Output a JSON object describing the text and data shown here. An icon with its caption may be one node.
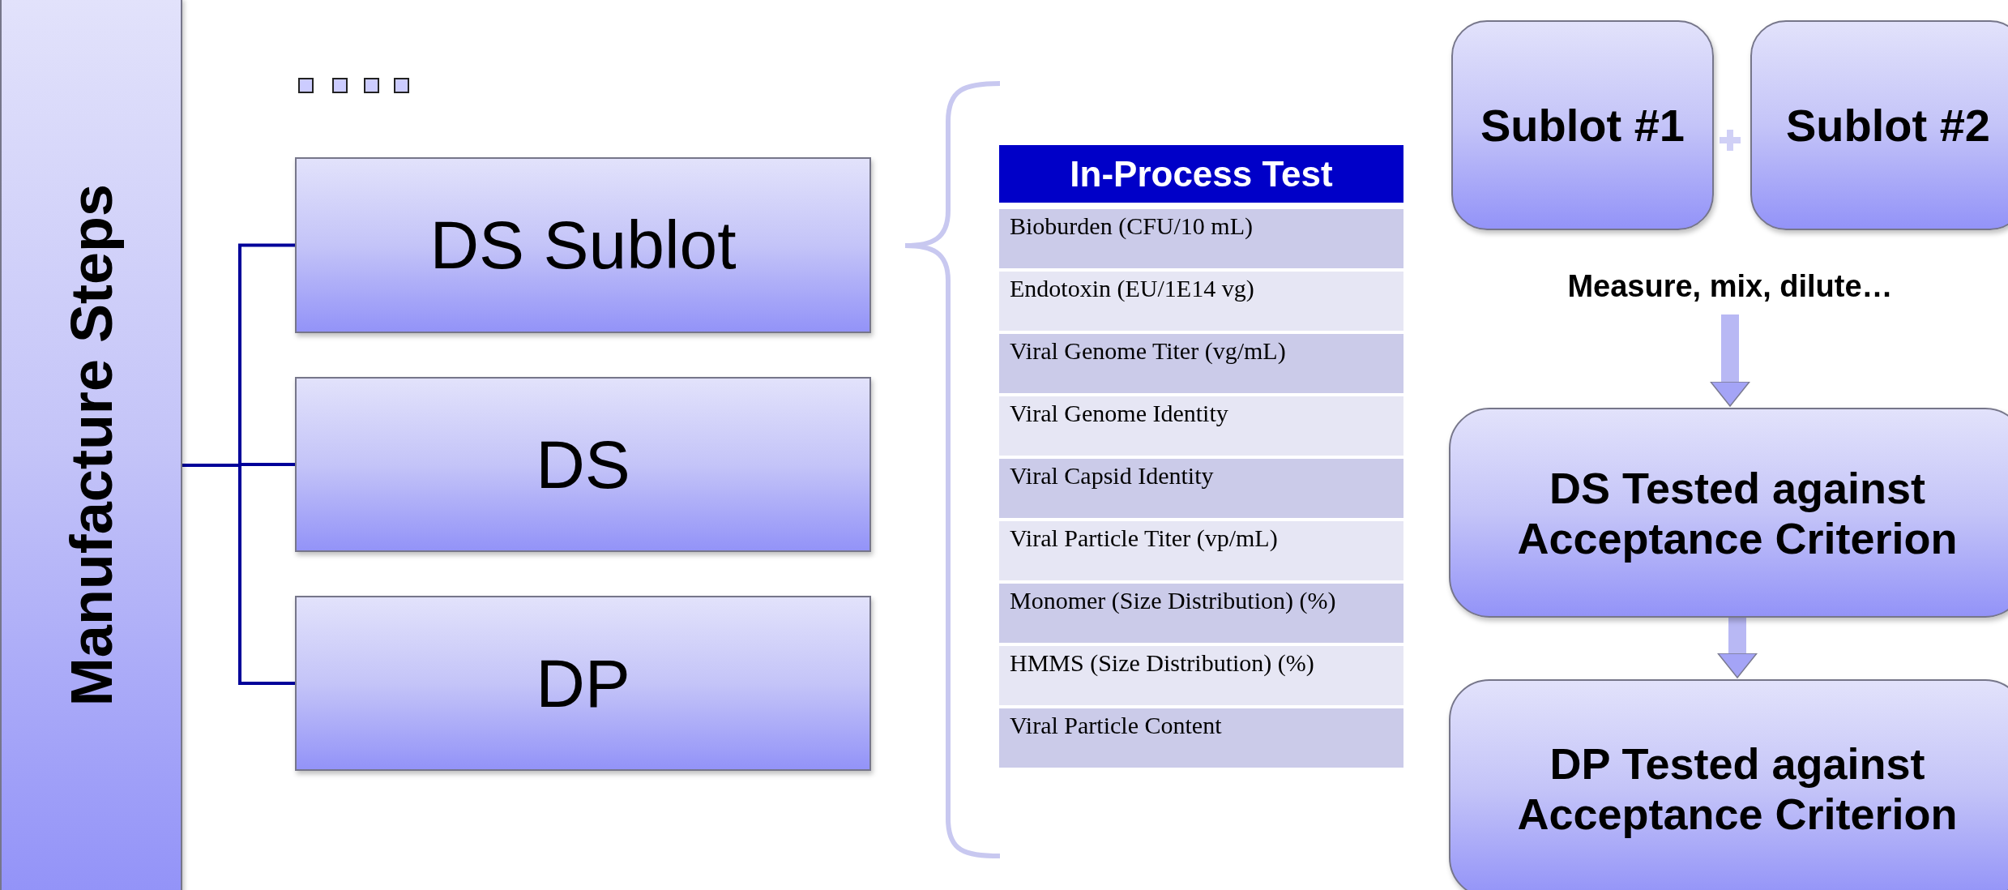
{
  "diagram": {
    "nodes": [
      {
        "text": [
          "Manufacture Steps"
        ]
      },
      {
        "text": [
          "DS Sublot"
        ]
      },
      {
        "text": [
          "DS"
        ]
      },
      {
        "text": [
          "DP"
        ]
      },
      {
        "text": [
          "Sublot #1"
        ]
      },
      {
        "text": [
          "Sublot #2"
        ]
      },
      {
        "text": [
          "Measure, mix, dilute…"
        ]
      },
      {
        "text": [
          "DS Tested against Acceptance Criterion"
        ]
      },
      {
        "text": [
          "DP Tested against Acceptance Criterion"
        ]
      }
    ],
    "edges": [
      {
        "from": 0,
        "to": 1,
        "arrow": "none"
      },
      {
        "from": 0,
        "to": 2,
        "arrow": "none"
      },
      {
        "from": 0,
        "to": 3,
        "arrow": "none"
      },
      {
        "from": 6,
        "to": 7,
        "arrow": "to",
        "style": "thick",
        "color": "#b8b8f4"
      },
      {
        "from": 7,
        "to": 8,
        "arrow": "to",
        "style": "thick",
        "color": "#b8b8f4"
      }
    ],
    "labels": [
      "In-Process Test",
      "Bioburden (CFU/10 mL)",
      "Endotoxin (EU/1E14 vg)",
      "Viral Genome Titer (vg/mL)",
      "Viral Genome Identity",
      "Viral Capsid Identity",
      "Viral Particle Titer (vp/mL)",
      "Monomer (Size Distribution) (%)",
      "HMMS (Size Distribution) (%)",
      "Viral Particle Content"
    ]
  }
}
